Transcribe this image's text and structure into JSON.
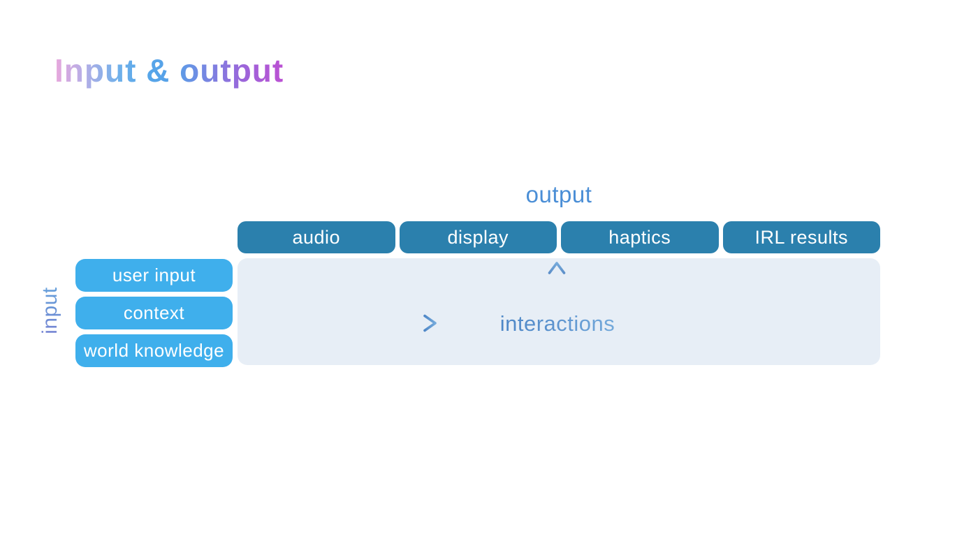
{
  "title": "Input & output",
  "output_section": {
    "label": "output",
    "buttons": [
      "audio",
      "display",
      "haptics",
      "IRL results"
    ]
  },
  "input_section": {
    "label": "input",
    "buttons": [
      "user input",
      "context",
      "world knowledge"
    ]
  },
  "panel": {
    "interactions_label": "interactions",
    "icons": [
      "right-arrow-icon",
      "up-arrow-icon"
    ]
  },
  "colors": {
    "output_button_bg": "#2b80ad",
    "input_button_bg": "#3fafec",
    "panel_bg": "#e7eef6",
    "output_label_text": "#4a8ed6",
    "arrow_gradient_start": "#4f87c7",
    "arrow_gradient_end": "#75aadb",
    "title_gradient_start": "#e9a7dc",
    "title_gradient_mid": "#55a6e9",
    "title_gradient_end": "#bc50d3"
  }
}
